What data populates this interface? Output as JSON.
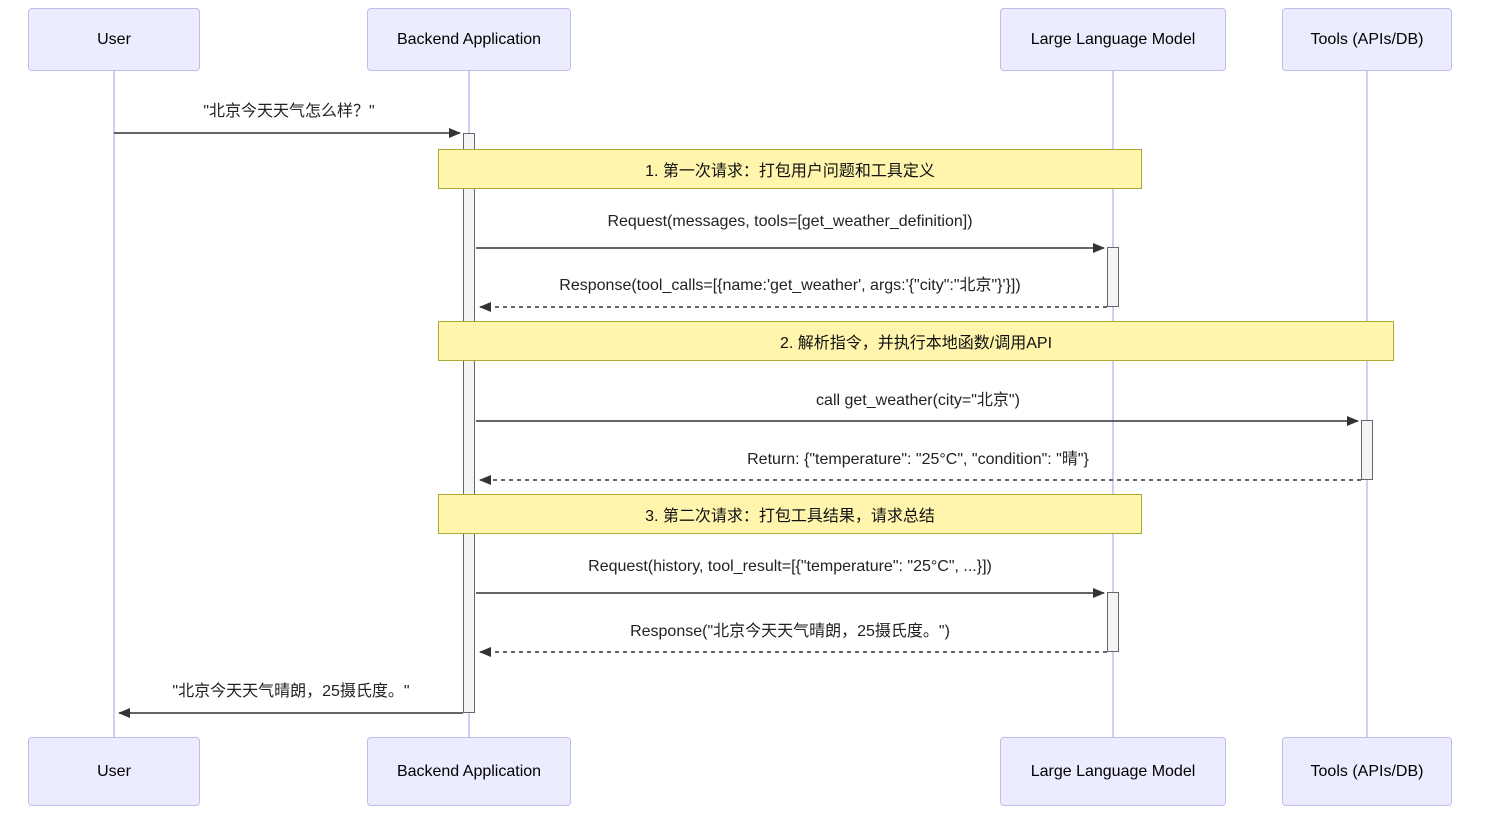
{
  "diagram": {
    "type": "sequence-diagram",
    "topic": "LLM tool-calling flow",
    "colors": {
      "actor_fill": "#ECECFF",
      "actor_border": "#c3bbec",
      "lifeline": "#d4cdf1",
      "note_fill": "#fff5ad",
      "note_border": "#aaaa33",
      "activation_fill": "#f4f4f4",
      "activation_border": "#666666",
      "arrow": "#333333",
      "text": "#1a1a1a"
    }
  },
  "actors": [
    {
      "id": "user",
      "label": "User"
    },
    {
      "id": "backend",
      "label": "Backend Application"
    },
    {
      "id": "llm",
      "label": "Large Language Model"
    },
    {
      "id": "tools",
      "label": "Tools (APIs/DB)"
    }
  ],
  "notes": [
    {
      "over": "backend,llm",
      "text": "1. 第一次请求：打包用户问题和工具定义"
    },
    {
      "over": "backend,tools",
      "text": "2. 解析指令，并执行本地函数/调用API"
    },
    {
      "over": "backend,llm",
      "text": "3. 第二次请求：打包工具结果，请求总结"
    }
  ],
  "messages": [
    {
      "from": "user",
      "to": "backend",
      "style": "solid",
      "text": "\"北京今天天气怎么样？\""
    },
    {
      "from": "backend",
      "to": "llm",
      "style": "solid",
      "text": "Request(messages, tools=[get_weather_definition])"
    },
    {
      "from": "llm",
      "to": "backend",
      "style": "dashed",
      "text": "Response(tool_calls=[{name:'get_weather', args:'{\"city\":\"北京\"}'}])"
    },
    {
      "from": "backend",
      "to": "tools",
      "style": "solid",
      "text": "call get_weather(city=\"北京\")"
    },
    {
      "from": "tools",
      "to": "backend",
      "style": "dashed",
      "text": "Return: {\"temperature\": \"25°C\", \"condition\": \"晴\"}"
    },
    {
      "from": "backend",
      "to": "llm",
      "style": "solid",
      "text": "Request(history, tool_result=[{\"temperature\": \"25°C\", ...}])"
    },
    {
      "from": "llm",
      "to": "backend",
      "style": "dashed",
      "text": "Response(\"北京今天天气晴朗，25摄氏度。\")"
    },
    {
      "from": "backend",
      "to": "user",
      "style": "solid",
      "text": "\"北京今天天气晴朗，25摄氏度。\""
    }
  ]
}
